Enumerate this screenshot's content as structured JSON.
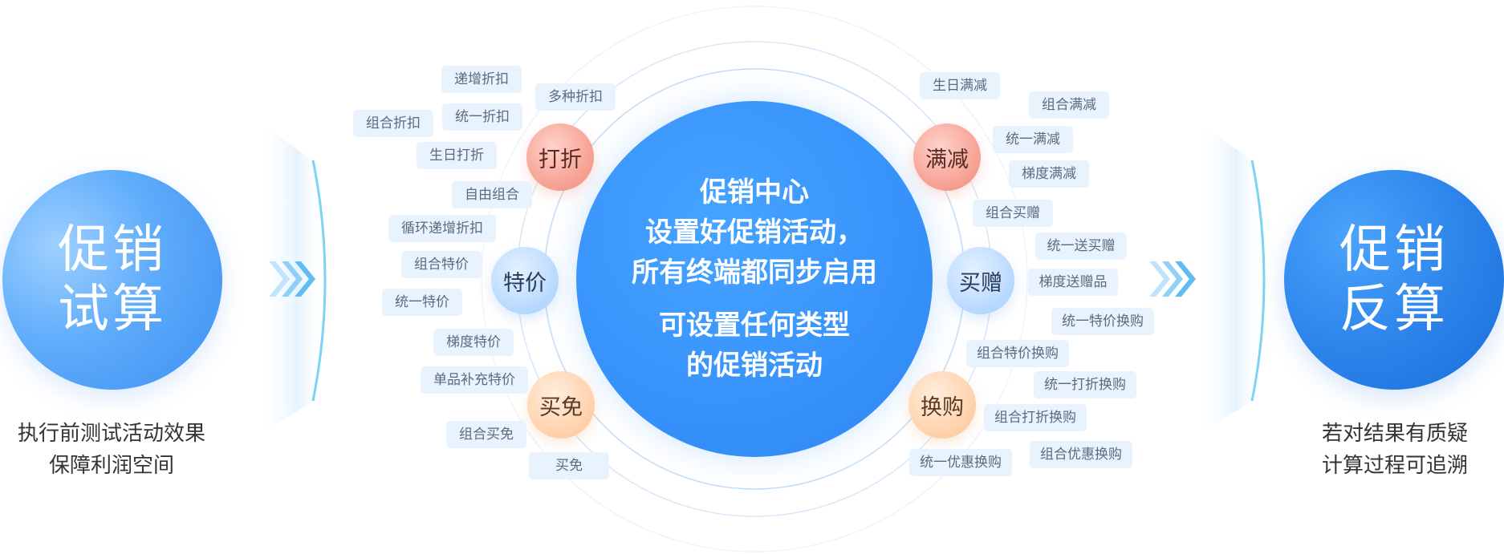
{
  "left_node": {
    "line1": "促销",
    "line2": "试算",
    "caption1": "执行前测试活动效果",
    "caption2": "保障利润空间"
  },
  "right_node": {
    "line1": "促销",
    "line2": "反算",
    "caption1": "若对结果有质疑",
    "caption2": "计算过程可追溯"
  },
  "center": {
    "line1": "促销中心",
    "line2": "设置好促销活动，",
    "line3": "所有终端都同步启用",
    "line4": "可设置任何类型",
    "line5": "的促销活动"
  },
  "categories": {
    "discount": "打折",
    "special_price": "特价",
    "buy_free": "买免",
    "full_reduction": "满减",
    "buy_gift": "买赠",
    "exchange": "换购"
  },
  "tags": {
    "t01": "递增折扣",
    "t02": "多种折扣",
    "t03": "组合折扣",
    "t04": "统一折扣",
    "t05": "生日打折",
    "t06": "自由组合",
    "t07": "循环递增折扣",
    "t08": "组合特价",
    "t09": "统一特价",
    "t10": "梯度特价",
    "t11": "单品补充特价",
    "t12": "组合买免",
    "t13": "买免",
    "t14": "生日满减",
    "t15": "组合满减",
    "t16": "统一满减",
    "t17": "梯度满减",
    "t18": "组合买赠",
    "t19": "统一送买赠",
    "t20": "梯度送赠品",
    "t21": "统一特价换购",
    "t22": "组合特价换购",
    "t23": "统一打折换购",
    "t24": "组合打折换购",
    "t25": "统一优惠换购",
    "t26": "组合优惠换购"
  },
  "colors": {
    "primary_blue": "#3893fb",
    "tag_bg": "#e9f3fd",
    "tag_text": "#5a6b80",
    "red_bubble": "#f7a597",
    "blue_bubble": "#bcdcff",
    "orange_bubble": "#ffd4b0"
  }
}
